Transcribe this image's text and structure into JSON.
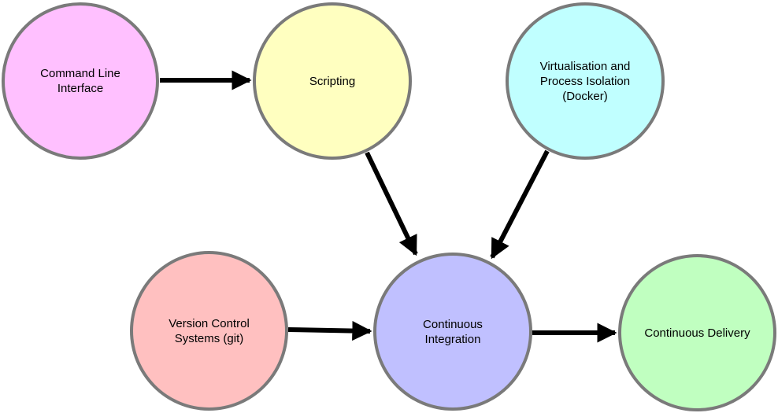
{
  "nodes": {
    "cli": {
      "label": "Command Line\nInterface",
      "color": "#ffc0ff"
    },
    "script": {
      "label": "Scripting",
      "color": "#ffffc0"
    },
    "virt": {
      "label": "Virtualisation and\nProcess Isolation\n(Docker)",
      "color": "#c0ffff"
    },
    "vcs": {
      "label": "Version Control\nSystems (git)",
      "color": "#ffc0c0"
    },
    "ci": {
      "label": "Continuous\nIntegration",
      "color": "#c0c0ff"
    },
    "cd": {
      "label": "Continuous Delivery",
      "color": "#c0ffc0"
    }
  },
  "edges": [
    {
      "from": "cli",
      "to": "script"
    },
    {
      "from": "script",
      "to": "ci"
    },
    {
      "from": "virt",
      "to": "ci"
    },
    {
      "from": "vcs",
      "to": "ci"
    },
    {
      "from": "ci",
      "to": "cd"
    }
  ],
  "style": {
    "border_color": "#7a7a7a",
    "arrow_color": "#000000"
  }
}
